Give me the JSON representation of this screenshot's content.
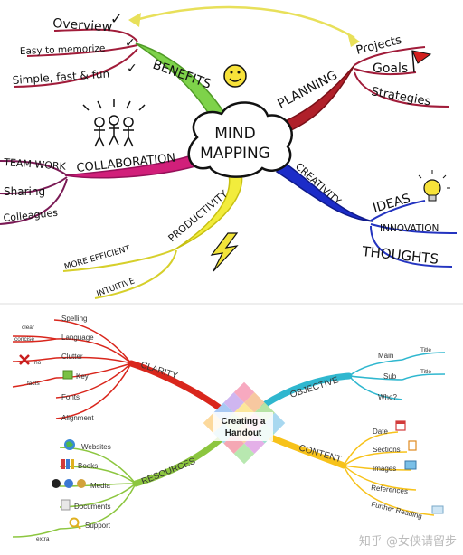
{
  "map1": {
    "center": [
      "MIND",
      "MAPPING"
    ],
    "benefits": {
      "label": "BENEFITS",
      "items": [
        "Overview",
        "Easy to memorize",
        "Simple, fast & fun"
      ]
    },
    "planning": {
      "label": "PLANNING",
      "items": [
        "Projects",
        "Goals",
        "Strategies"
      ]
    },
    "collaboration": {
      "label": "COLLABORATION",
      "items": [
        "TEAM WORK",
        "Sharing",
        "Colleagues"
      ]
    },
    "creativity": {
      "label": "CREATIVITY",
      "items": [
        "IDEAS",
        "INNOVATION",
        "THOUGHTS"
      ]
    },
    "productivity": {
      "label": "PRODUCTIVITY",
      "items": [
        "MORE EFFICIENT",
        "INTUITIVE"
      ]
    },
    "checkmarks": [
      "✓",
      "✓",
      "✓"
    ],
    "icons": [
      "smiley-icon",
      "flag-icon",
      "lightbulb-icon",
      "lightning-icon",
      "people-icon"
    ]
  },
  "map2": {
    "center": [
      "Creating a",
      "Handout"
    ],
    "clarity": {
      "label": "CLARITY",
      "items": [
        "Spelling",
        "Language",
        "Clutter",
        "Key",
        "Fonts",
        "Alignment"
      ],
      "subs": [
        "clear",
        "concise",
        "no",
        "facts"
      ]
    },
    "objective": {
      "label": "OBJECTIVE",
      "items": [
        "Main",
        "Sub",
        "Who?"
      ],
      "subs": [
        "Title",
        "Title"
      ]
    },
    "resources": {
      "label": "RESOURCES",
      "items": [
        "Websites",
        "Books",
        "Media",
        "Documents",
        "Support"
      ],
      "subs": [
        "extra"
      ]
    },
    "content": {
      "label": "CONTENT",
      "items": [
        "Date",
        "Sections",
        "Images",
        "References",
        "Further Reading"
      ]
    }
  },
  "watermark": "知乎 @女侠请留步"
}
